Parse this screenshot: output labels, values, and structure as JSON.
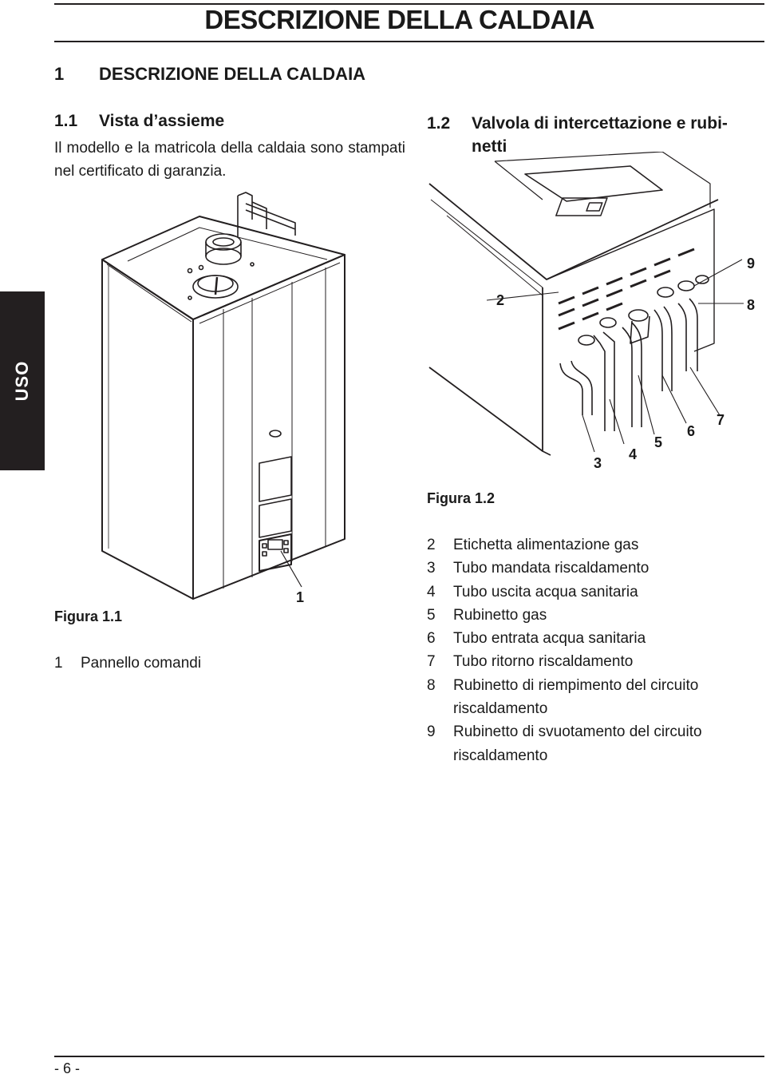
{
  "header": {
    "title": "DESCRIZIONE DELLA CALDAIA"
  },
  "section": {
    "number": "1",
    "title": "DESCRIZIONE DELLA CALDAIA"
  },
  "sub1": {
    "number": "1.1",
    "title": "Vista d’assieme",
    "text": "Il modello e la matricola della caldaia sono stampati nel certificato di garanzia."
  },
  "sub2": {
    "number": "1.2",
    "title_line1": "Valvola di intercettazione e rubi-",
    "title_line2": "netti"
  },
  "side_tab": {
    "label": "USO"
  },
  "figure1": {
    "label": "Figura 1.1",
    "callout": "1",
    "legend": [
      {
        "n": "1",
        "text": "Pannello comandi"
      }
    ]
  },
  "figure2": {
    "label": "Figura 1.2",
    "callouts": [
      "2",
      "3",
      "4",
      "5",
      "6",
      "7",
      "8",
      "9"
    ],
    "legend": [
      {
        "n": "2",
        "text": "Etichetta alimentazione gas"
      },
      {
        "n": "3",
        "text": "Tubo mandata riscaldamento"
      },
      {
        "n": "4",
        "text": "Tubo uscita acqua sanitaria"
      },
      {
        "n": "5",
        "text": "Rubinetto gas"
      },
      {
        "n": "6",
        "text": "Tubo entrata acqua sanitaria"
      },
      {
        "n": "7",
        "text": "Tubo ritorno riscaldamento"
      },
      {
        "n": "8",
        "text": "Rubinetto di riempimento del circuito",
        "cont": "riscaldamento"
      },
      {
        "n": "9",
        "text": "Rubinetto di svuotamento del circuito",
        "cont": "riscaldamento"
      }
    ]
  },
  "footer": {
    "page": "- 6 -"
  }
}
